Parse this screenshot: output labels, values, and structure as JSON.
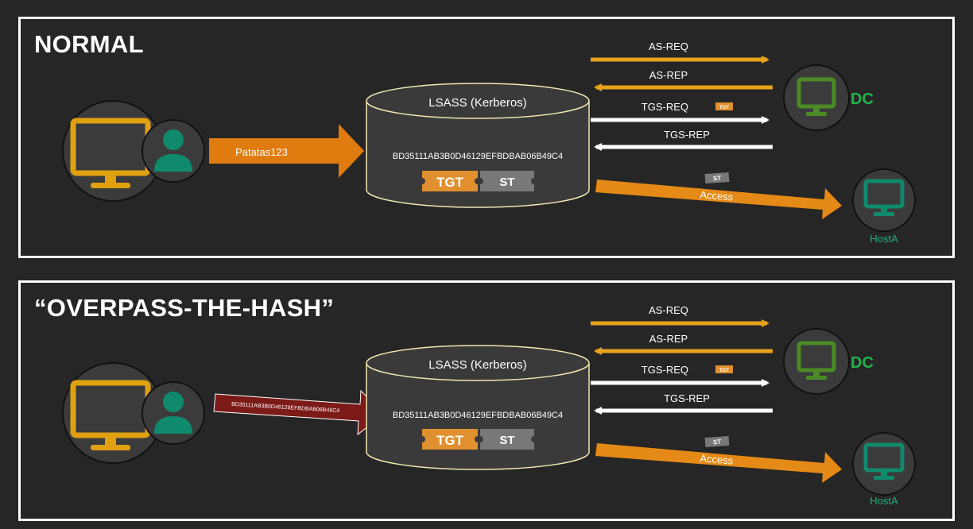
{
  "colors": {
    "background": "#262626",
    "gold": "#e8a31c",
    "orange": "#e07b10",
    "orange_arrow": "#e58a16",
    "dark_red_arrow": "#7b1a17",
    "white": "#ffffff",
    "dc_green": "#4b8a25",
    "dc_label": "#21b24a",
    "host_teal": "#108a6c",
    "host_label": "#20b07a",
    "ticket_tgt": "#e0902e",
    "ticket_st": "#787878",
    "cylinder_fill": "#3a3a3a",
    "cylinder_stroke": "#f2e6b0"
  },
  "panels": [
    {
      "id": "normal",
      "title": "NORMAL",
      "credential_text": "Patatas123",
      "credential_style": "orange-arrow",
      "lsass_title": "LSASS (Kerberos)",
      "hash_text": "BD35111AB3B0D46129EFBDBAB06B49C4",
      "tgt_label": "TGT",
      "st_label": "ST",
      "as_req": "AS-REQ",
      "as_rep": "AS-REP",
      "tgs_req": "TGS-REQ",
      "tgs_rep": "TGS-REP",
      "tgs_req_ticket": "TGT",
      "access_ticket": "ST",
      "access": "Access",
      "dc_label": "DC",
      "host_label": "HostA"
    },
    {
      "id": "overpass",
      "title": "“OVERPASS-THE-HASH”",
      "credential_text": "BD35111AB3B0D46129EFBDBAB06B49C4",
      "credential_style": "dark-red-arrow",
      "lsass_title": "LSASS (Kerberos)",
      "hash_text": "BD35111AB3B0D46129EFBDBAB06B49C4",
      "tgt_label": "TGT",
      "st_label": "ST",
      "as_req": "AS-REQ",
      "as_rep": "AS-REP",
      "tgs_req": "TGS-REQ",
      "tgs_rep": "TGS-REP",
      "tgs_req_ticket": "TGT",
      "access_ticket": "ST",
      "access": "Access",
      "dc_label": "DC",
      "host_label": "HostA"
    }
  ]
}
